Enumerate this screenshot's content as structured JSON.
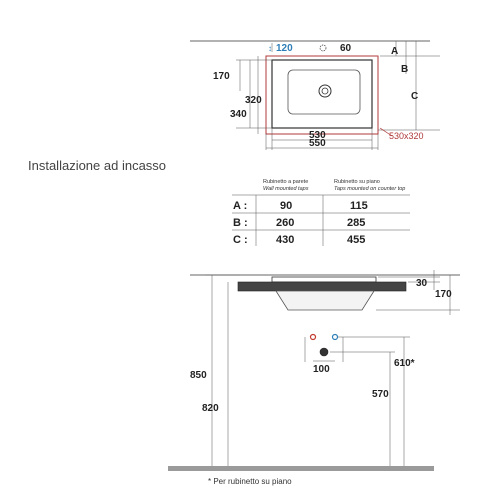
{
  "top_view": {
    "tap_offset": "120",
    "tap_hole": "60",
    "height_170": "170",
    "height_320": "320",
    "height_340": "340",
    "width_530": "530",
    "width_550": "550",
    "cutout": "530x320",
    "label_a": "A",
    "label_b": "B",
    "label_c": "C"
  },
  "section_title": "Installazione ad incasso",
  "table": {
    "col1_title": "Rubinetto a parete",
    "col1_sub": "Wall mounted taps",
    "col2_title": "Rubinetto su piano",
    "col2_sub": "Taps mounted on counter top",
    "rows": [
      {
        "label": "A :",
        "wall": "90",
        "counter": "115"
      },
      {
        "label": "B :",
        "wall": "260",
        "counter": "285"
      },
      {
        "label": "C :",
        "wall": "430",
        "counter": "455"
      }
    ]
  },
  "side_view": {
    "dim_30": "30",
    "dim_170": "170",
    "dim_850": "850",
    "dim_820": "820",
    "dim_100": "100",
    "dim_610": "610*",
    "dim_570": "570"
  },
  "footnote": "* Per rubinetto su piano",
  "colors": {
    "hot_tap": "#c0392b",
    "cold_tap": "#2e7fb8",
    "cutout_outline": "#b03a3a",
    "counter": "#444444",
    "floor": "#9a9a9a"
  }
}
